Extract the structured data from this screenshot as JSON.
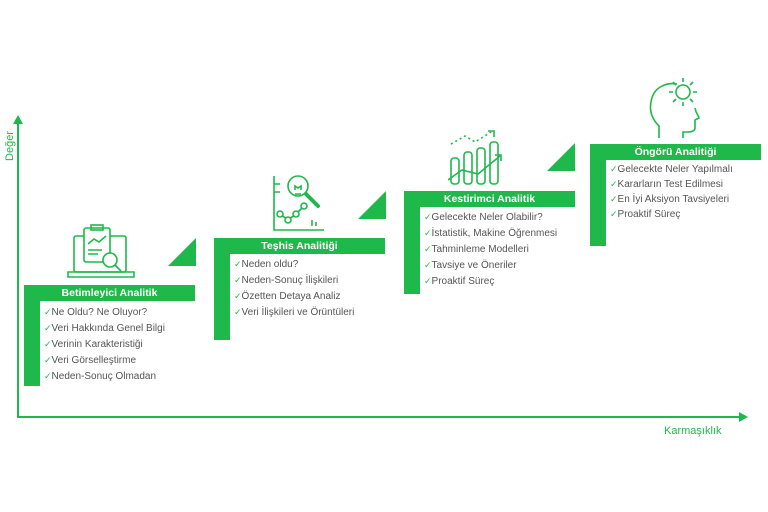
{
  "axes": {
    "y_label": "Değer",
    "x_label": "Karmaşıklık"
  },
  "steps": [
    {
      "title": "Betimleyici Analitik",
      "icon": "clipboard-laptop-magnifier-icon",
      "items": [
        "Ne Oldu? Ne Oluyor?",
        "Veri Hakkında Genel Bilgi",
        "Verinin Karakteristiği",
        "Veri Görselleştirme",
        "Neden-Sonuç Olmadan"
      ]
    },
    {
      "title": "Teşhis Analitiği",
      "icon": "chart-lightbulb-magnifier-icon",
      "items": [
        "Neden oldu?",
        "Neden-Sonuç İlişkileri",
        "Özetten Detaya Analiz",
        "Veri İlişkileri ve Örüntüleri"
      ]
    },
    {
      "title": "Kestirimci Analitik",
      "icon": "bar-chart-trend-icon",
      "items": [
        "Gelecekte Neler Olabilir?",
        "İstatistik, Makine Öğrenmesi",
        "Tahminleme Modelleri",
        "Tavsiye ve Öneriler",
        "Proaktif Süreç"
      ]
    },
    {
      "title": "Öngörü Analitiği",
      "icon": "head-sun-idea-icon",
      "items": [
        "Gelecekte Neler Yapılmalı",
        "Kararların Test Edilmesi",
        "En İyi Aksiyon Tavsiyeleri",
        "Proaktif Süreç"
      ]
    }
  ],
  "check_mark": "✓",
  "colors": {
    "accent": "#1fb84b",
    "text": "#555555"
  }
}
